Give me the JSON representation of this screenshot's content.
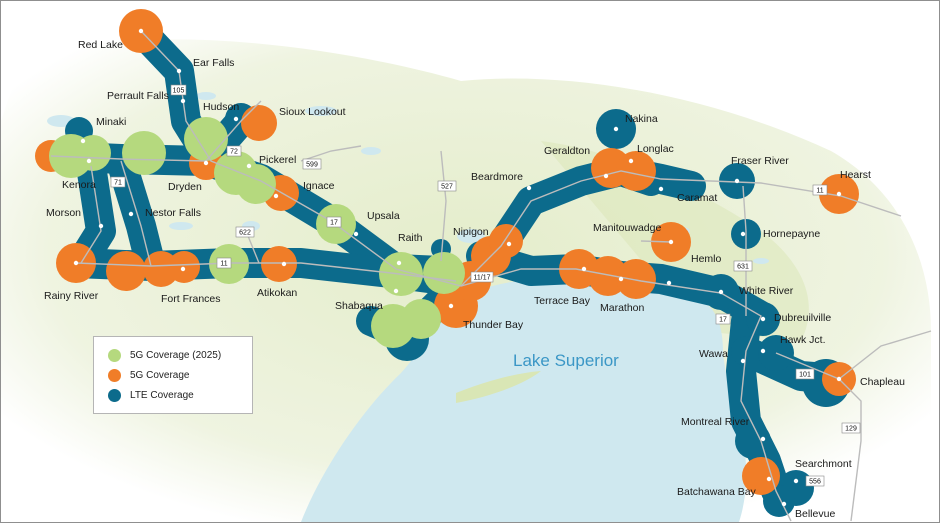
{
  "map": {
    "water_label": "Lake Superior",
    "colors": {
      "land": "#e8efd2",
      "lake": "#cfe8ef",
      "road": "#bcbcbc",
      "lte": "#0c6b8c",
      "fiveg": "#f07d28",
      "fiveg_2025": "#b5d97e"
    },
    "town_labels": [
      "Red Lake",
      "Ear Falls",
      "Perrault Falls",
      "Hudson",
      "Sioux Lookout",
      "Minaki",
      "Kenora",
      "Dryden",
      "Pickerel",
      "Ignace",
      "Morson",
      "Nestor Falls",
      "Upsala",
      "Raith",
      "Rainy River",
      "Fort Frances",
      "Atikokan",
      "Shabaqua",
      "Thunder Bay",
      "Nipigon",
      "Beardmore",
      "Geraldton",
      "Nakina",
      "Longlac",
      "Caramat",
      "Fraser River",
      "Hearst",
      "Manitouwadge",
      "Hornepayne",
      "Hemlo",
      "Terrace Bay",
      "Marathon",
      "White River",
      "Dubreuilville",
      "Hawk Jct.",
      "Wawa",
      "Chapleau",
      "Montreal River",
      "Searchmont",
      "Batchawana Bay",
      "Bellevue"
    ],
    "highway_shields": [
      "105",
      "72",
      "599",
      "71",
      "17",
      "622",
      "11",
      "527",
      "11/17",
      "11",
      "631",
      "17",
      "101",
      "129",
      "556"
    ]
  },
  "legend": {
    "items": [
      {
        "label": "5G Coverage (2025)",
        "color": "#b5d97e"
      },
      {
        "label": "5G Coverage",
        "color": "#f07d28"
      },
      {
        "label": "LTE Coverage",
        "color": "#0c6b8c"
      }
    ]
  }
}
